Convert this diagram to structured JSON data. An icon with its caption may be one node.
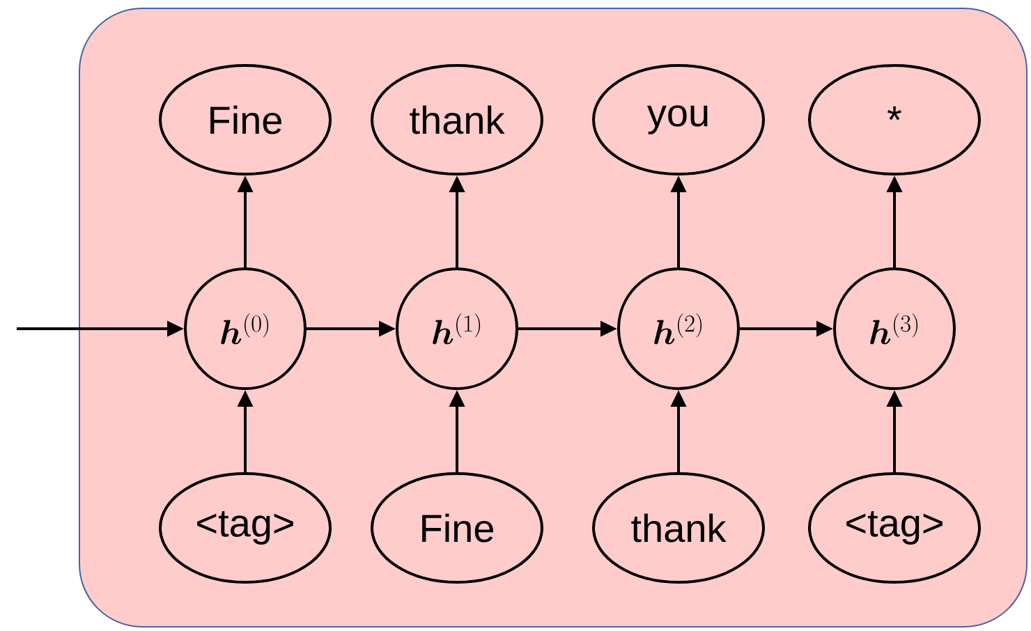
{
  "diagram": {
    "nodes": [
      {
        "text": [],
        "shape": "box"
      },
      {
        "text": [
          "Fine"
        ],
        "in": 0
      },
      {
        "text": [
          "thank"
        ],
        "in": 0
      },
      {
        "text": [
          "you"
        ],
        "in": 0
      },
      {
        "text": [
          "*"
        ],
        "in": 0
      },
      {
        "text": [
          "\\boldsymbol{h}^{(0)}"
        ],
        "in": 0
      },
      {
        "text": [
          "\\boldsymbol{h}^{(1)}"
        ],
        "in": 0
      },
      {
        "text": [
          "\\boldsymbol{h}^{(2)}"
        ],
        "in": 0
      },
      {
        "text": [
          "\\boldsymbol{h}^{(3)}"
        ],
        "in": 0
      },
      {
        "text": [
          "<tag>"
        ],
        "in": 0
      },
      {
        "text": [
          "Fine"
        ],
        "in": 0
      },
      {
        "text": [
          "thank"
        ],
        "in": 0
      },
      {
        "text": [
          "<tag>"
        ],
        "in": 0
      }
    ],
    "edges": [
      {
        "from": 5,
        "to": 1,
        "arrow": "to"
      },
      {
        "from": 6,
        "to": 2,
        "arrow": "to"
      },
      {
        "from": 7,
        "to": 3,
        "arrow": "to"
      },
      {
        "from": 8,
        "to": 4,
        "arrow": "to"
      },
      {
        "from": null,
        "to": 5,
        "arrow": "to"
      },
      {
        "from": 5,
        "to": 6,
        "arrow": "to"
      },
      {
        "from": 6,
        "to": 7,
        "arrow": "to"
      },
      {
        "from": 7,
        "to": 8,
        "arrow": "to"
      },
      {
        "from": 9,
        "to": 5,
        "arrow": "to"
      },
      {
        "from": 10,
        "to": 6,
        "arrow": "to"
      },
      {
        "from": 11,
        "to": 7,
        "arrow": "to"
      },
      {
        "from": 12,
        "to": 8,
        "arrow": "to"
      }
    ]
  }
}
